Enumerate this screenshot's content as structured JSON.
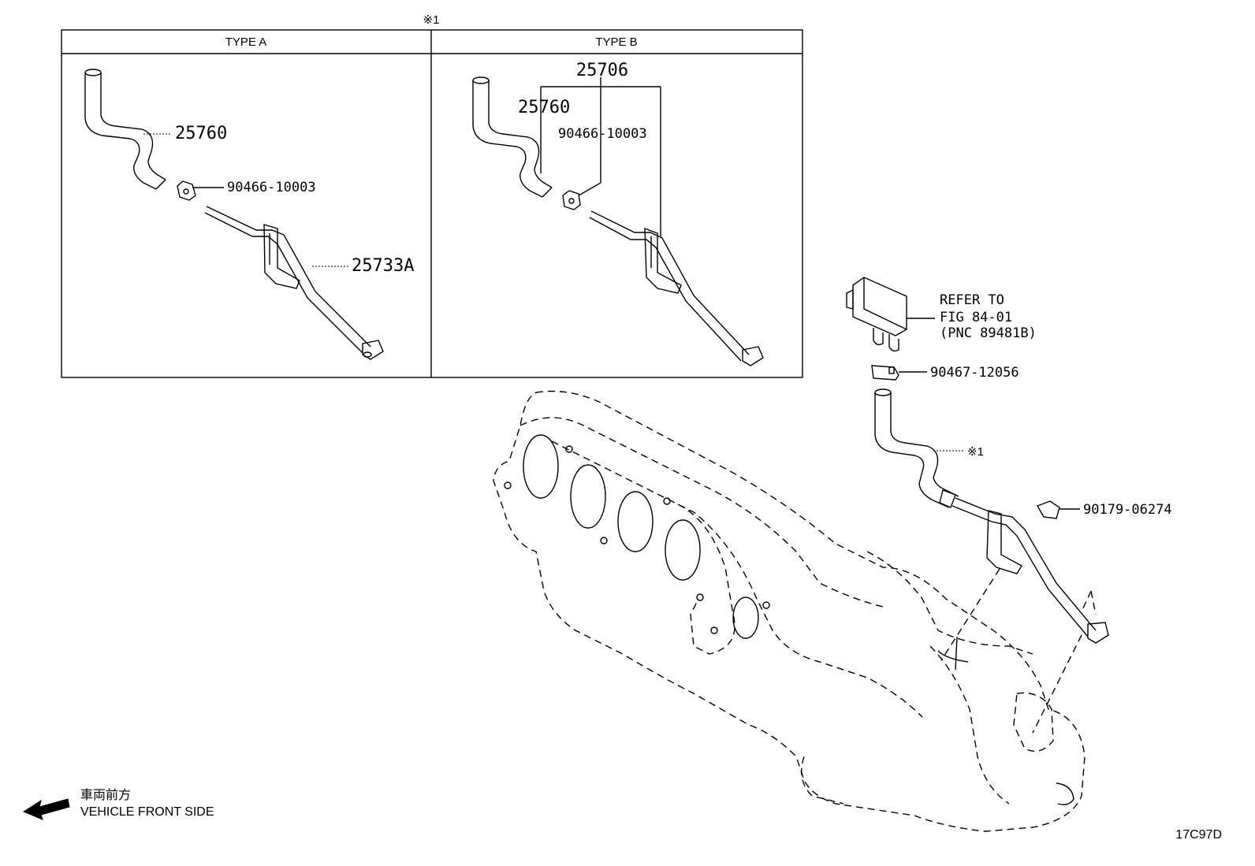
{
  "note_mark": "※1",
  "type_a": {
    "header": "TYPE A",
    "labels": {
      "hose": "25760",
      "clip": "90466-10003",
      "pipe": "25733A"
    }
  },
  "type_b": {
    "header": "TYPE B",
    "labels": {
      "hose": "25760",
      "assembly": "25706",
      "clip": "90466-10003"
    }
  },
  "main": {
    "refer_line1": "REFER TO",
    "refer_line2": "FIG 84-01",
    "refer_line3": "(PNC 89481B)",
    "clamp": "90467-12056",
    "note_ref": "※1",
    "bracket_clip": "90179-06274"
  },
  "direction": {
    "japanese": "車両前方",
    "english": "VEHICLE FRONT SIDE"
  },
  "figure_code": "17C97D"
}
